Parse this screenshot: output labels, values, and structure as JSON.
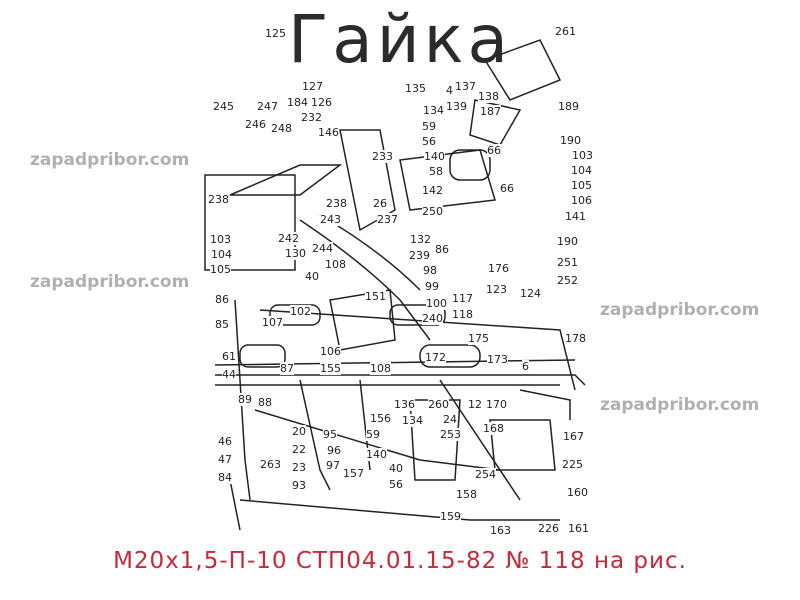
{
  "title": "Гайка",
  "caption": "М20х1,5-П-10 СТП04.01.15-82 № 118 на рис.",
  "watermark": "zapadpribor.com",
  "colors": {
    "title": "#2b2b2b",
    "caption": "#c8283a",
    "line": "#222222"
  },
  "callouts": [
    "125",
    "127",
    "126",
    "184",
    "232",
    "245",
    "247",
    "246",
    "248",
    "146",
    "135",
    "137",
    "138",
    "4",
    "139",
    "261",
    "189",
    "187",
    "190",
    "134",
    "59",
    "56",
    "140",
    "58",
    "66",
    "103",
    "104",
    "105",
    "106",
    "141",
    "142",
    "250",
    "66",
    "238",
    "26",
    "238",
    "237",
    "243",
    "242",
    "244",
    "103",
    "104",
    "105",
    "130",
    "40",
    "108",
    "132",
    "239",
    "86",
    "98",
    "99",
    "100",
    "176",
    "190",
    "251",
    "252",
    "123",
    "124",
    "86",
    "85",
    "107",
    "102",
    "117",
    "118",
    "240",
    "178",
    "175",
    "173",
    "172",
    "6",
    "61",
    "44",
    "87",
    "106",
    "155",
    "108",
    "89",
    "88",
    "136",
    "156",
    "134",
    "260",
    "24",
    "12",
    "170",
    "168",
    "167",
    "225",
    "160",
    "161",
    "226",
    "163",
    "158",
    "254",
    "253",
    "59",
    "140",
    "157",
    "40",
    "56",
    "95",
    "96",
    "97",
    "20",
    "22",
    "23",
    "93",
    "263",
    "46",
    "47",
    "84",
    "159",
    "233",
    "151"
  ]
}
